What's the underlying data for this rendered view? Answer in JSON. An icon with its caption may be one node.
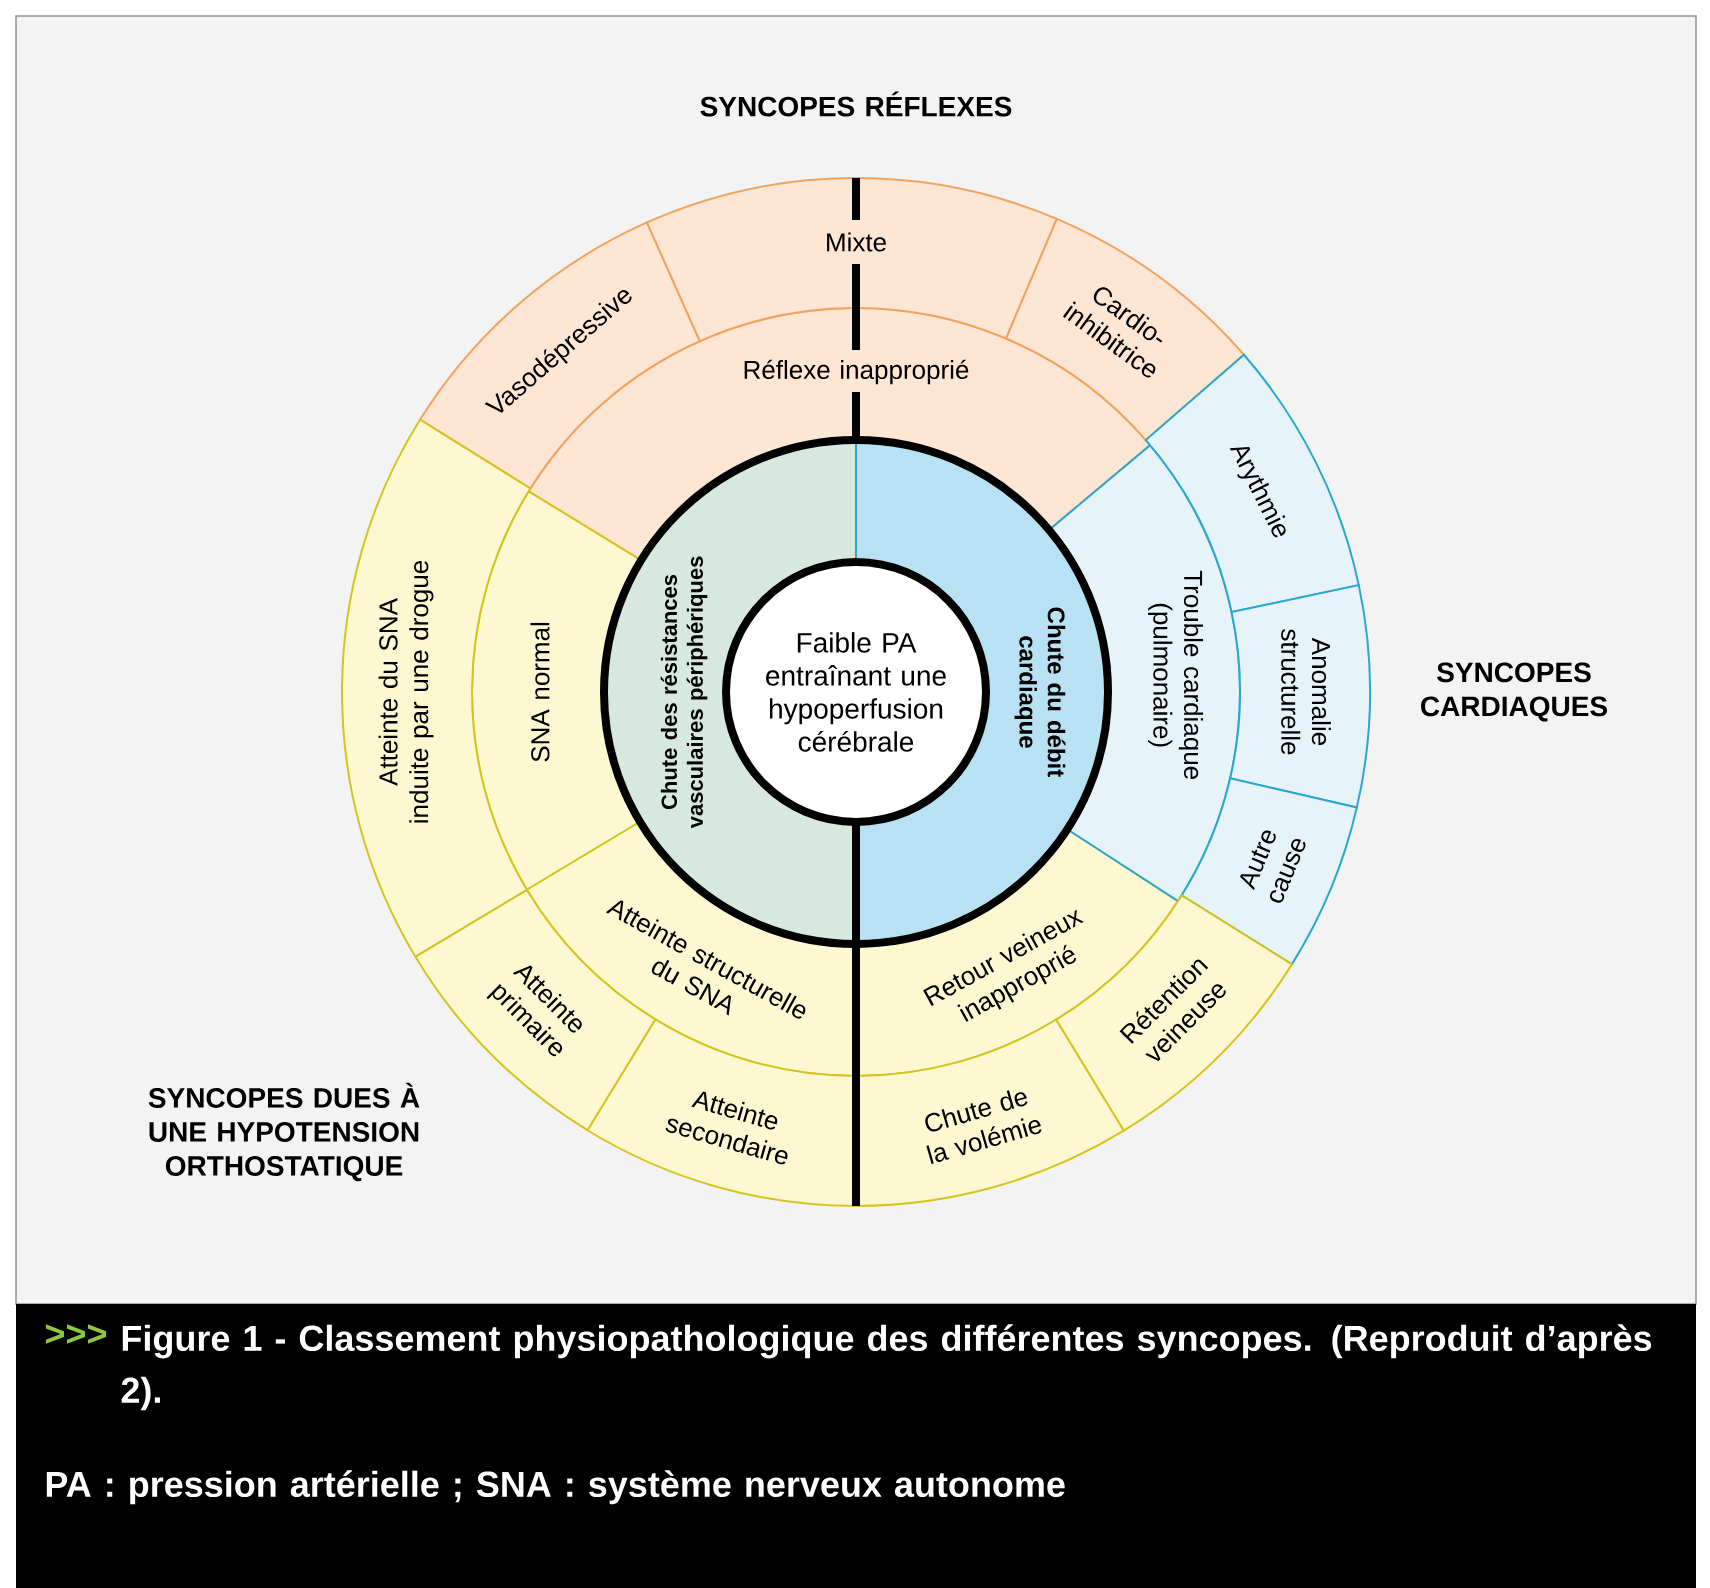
{
  "diagram": {
    "caption": "Figure 1 - Classement physiopathologique des différentes syncopes. (Reproduit d’après 2).",
    "nodes": [
      {
        "text": [
          "Faible PA entraînant une hypoperfusion cérébrale"
        ]
      },
      {
        "text": [
          "Chute des résistances vasculaires périphériques"
        ]
      },
      {
        "text": [
          "Chute du débit cardiaque"
        ]
      },
      {
        "text": [
          "Réflexe inapproprié"
        ]
      },
      {
        "text": [
          "SNA normal"
        ]
      },
      {
        "text": [
          "Atteinte structurelle du SNA"
        ]
      },
      {
        "text": [
          "Retour veineux inapproprié"
        ]
      },
      {
        "text": [
          "Trouble cardiaque (pulmonaire)"
        ]
      },
      {
        "text": [
          "Vasodépressive"
        ]
      },
      {
        "text": [
          "Mixte"
        ]
      },
      {
        "text": [
          "Cardio-inhibitrice"
        ]
      },
      {
        "text": [
          "Arythmie"
        ]
      },
      {
        "text": [
          "Anomalie structurelle"
        ]
      },
      {
        "text": [
          "Autre cause"
        ]
      },
      {
        "text": [
          "Rétention veineuse"
        ]
      },
      {
        "text": [
          "Chute de la volémie"
        ]
      },
      {
        "text": [
          "Atteinte secondaire"
        ]
      },
      {
        "text": [
          "Atteinte primaire"
        ]
      },
      {
        "text": [
          "Atteinte du SNA induite par une drogue"
        ]
      }
    ],
    "labels": [
      "SYNCOPES RÉFLEXES",
      "SYNCOPES CARDIAQUES",
      "SYNCOPES DUES À UNE HYPOTENSION ORTHOSTATIQUE",
      ">>>",
      "PA : pression artérielle ; SNA : système nerveux autonome"
    ]
  }
}
